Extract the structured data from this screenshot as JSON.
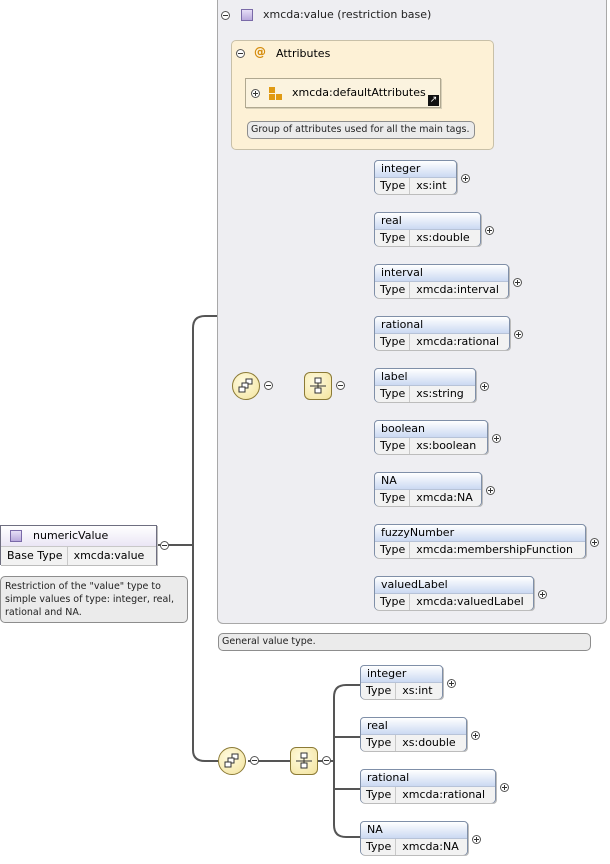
{
  "root": {
    "name": "numericValue",
    "base_type_key": "Base Type",
    "base_type_value": "xmcda:value",
    "note": "Restriction of the \"value\" type to simple values of type: integer, real, rational and NA."
  },
  "restriction": {
    "title": "xmcda:value (restriction base)",
    "note": "General value type.",
    "attributes": {
      "title": "Attributes",
      "ref": "xmcda:defaultAttributes",
      "ref_note": "Group of attributes used for all the main tags."
    }
  },
  "type_key": "Type",
  "upper_choices": [
    {
      "name": "integer",
      "type": "xs:int"
    },
    {
      "name": "real",
      "type": "xs:double"
    },
    {
      "name": "interval",
      "type": "xmcda:interval"
    },
    {
      "name": "rational",
      "type": "xmcda:rational"
    },
    {
      "name": "label",
      "type": "xs:string"
    },
    {
      "name": "boolean",
      "type": "xs:boolean"
    },
    {
      "name": "NA",
      "type": "xmcda:NA"
    },
    {
      "name": "fuzzyNumber",
      "type": "xmcda:membershipFunction"
    },
    {
      "name": "valuedLabel",
      "type": "xmcda:valuedLabel"
    }
  ],
  "lower_choices": [
    {
      "name": "integer",
      "type": "xs:int"
    },
    {
      "name": "real",
      "type": "xs:double"
    },
    {
      "name": "rational",
      "type": "xmcda:rational"
    },
    {
      "name": "NA",
      "type": "xmcda:NA"
    }
  ]
}
